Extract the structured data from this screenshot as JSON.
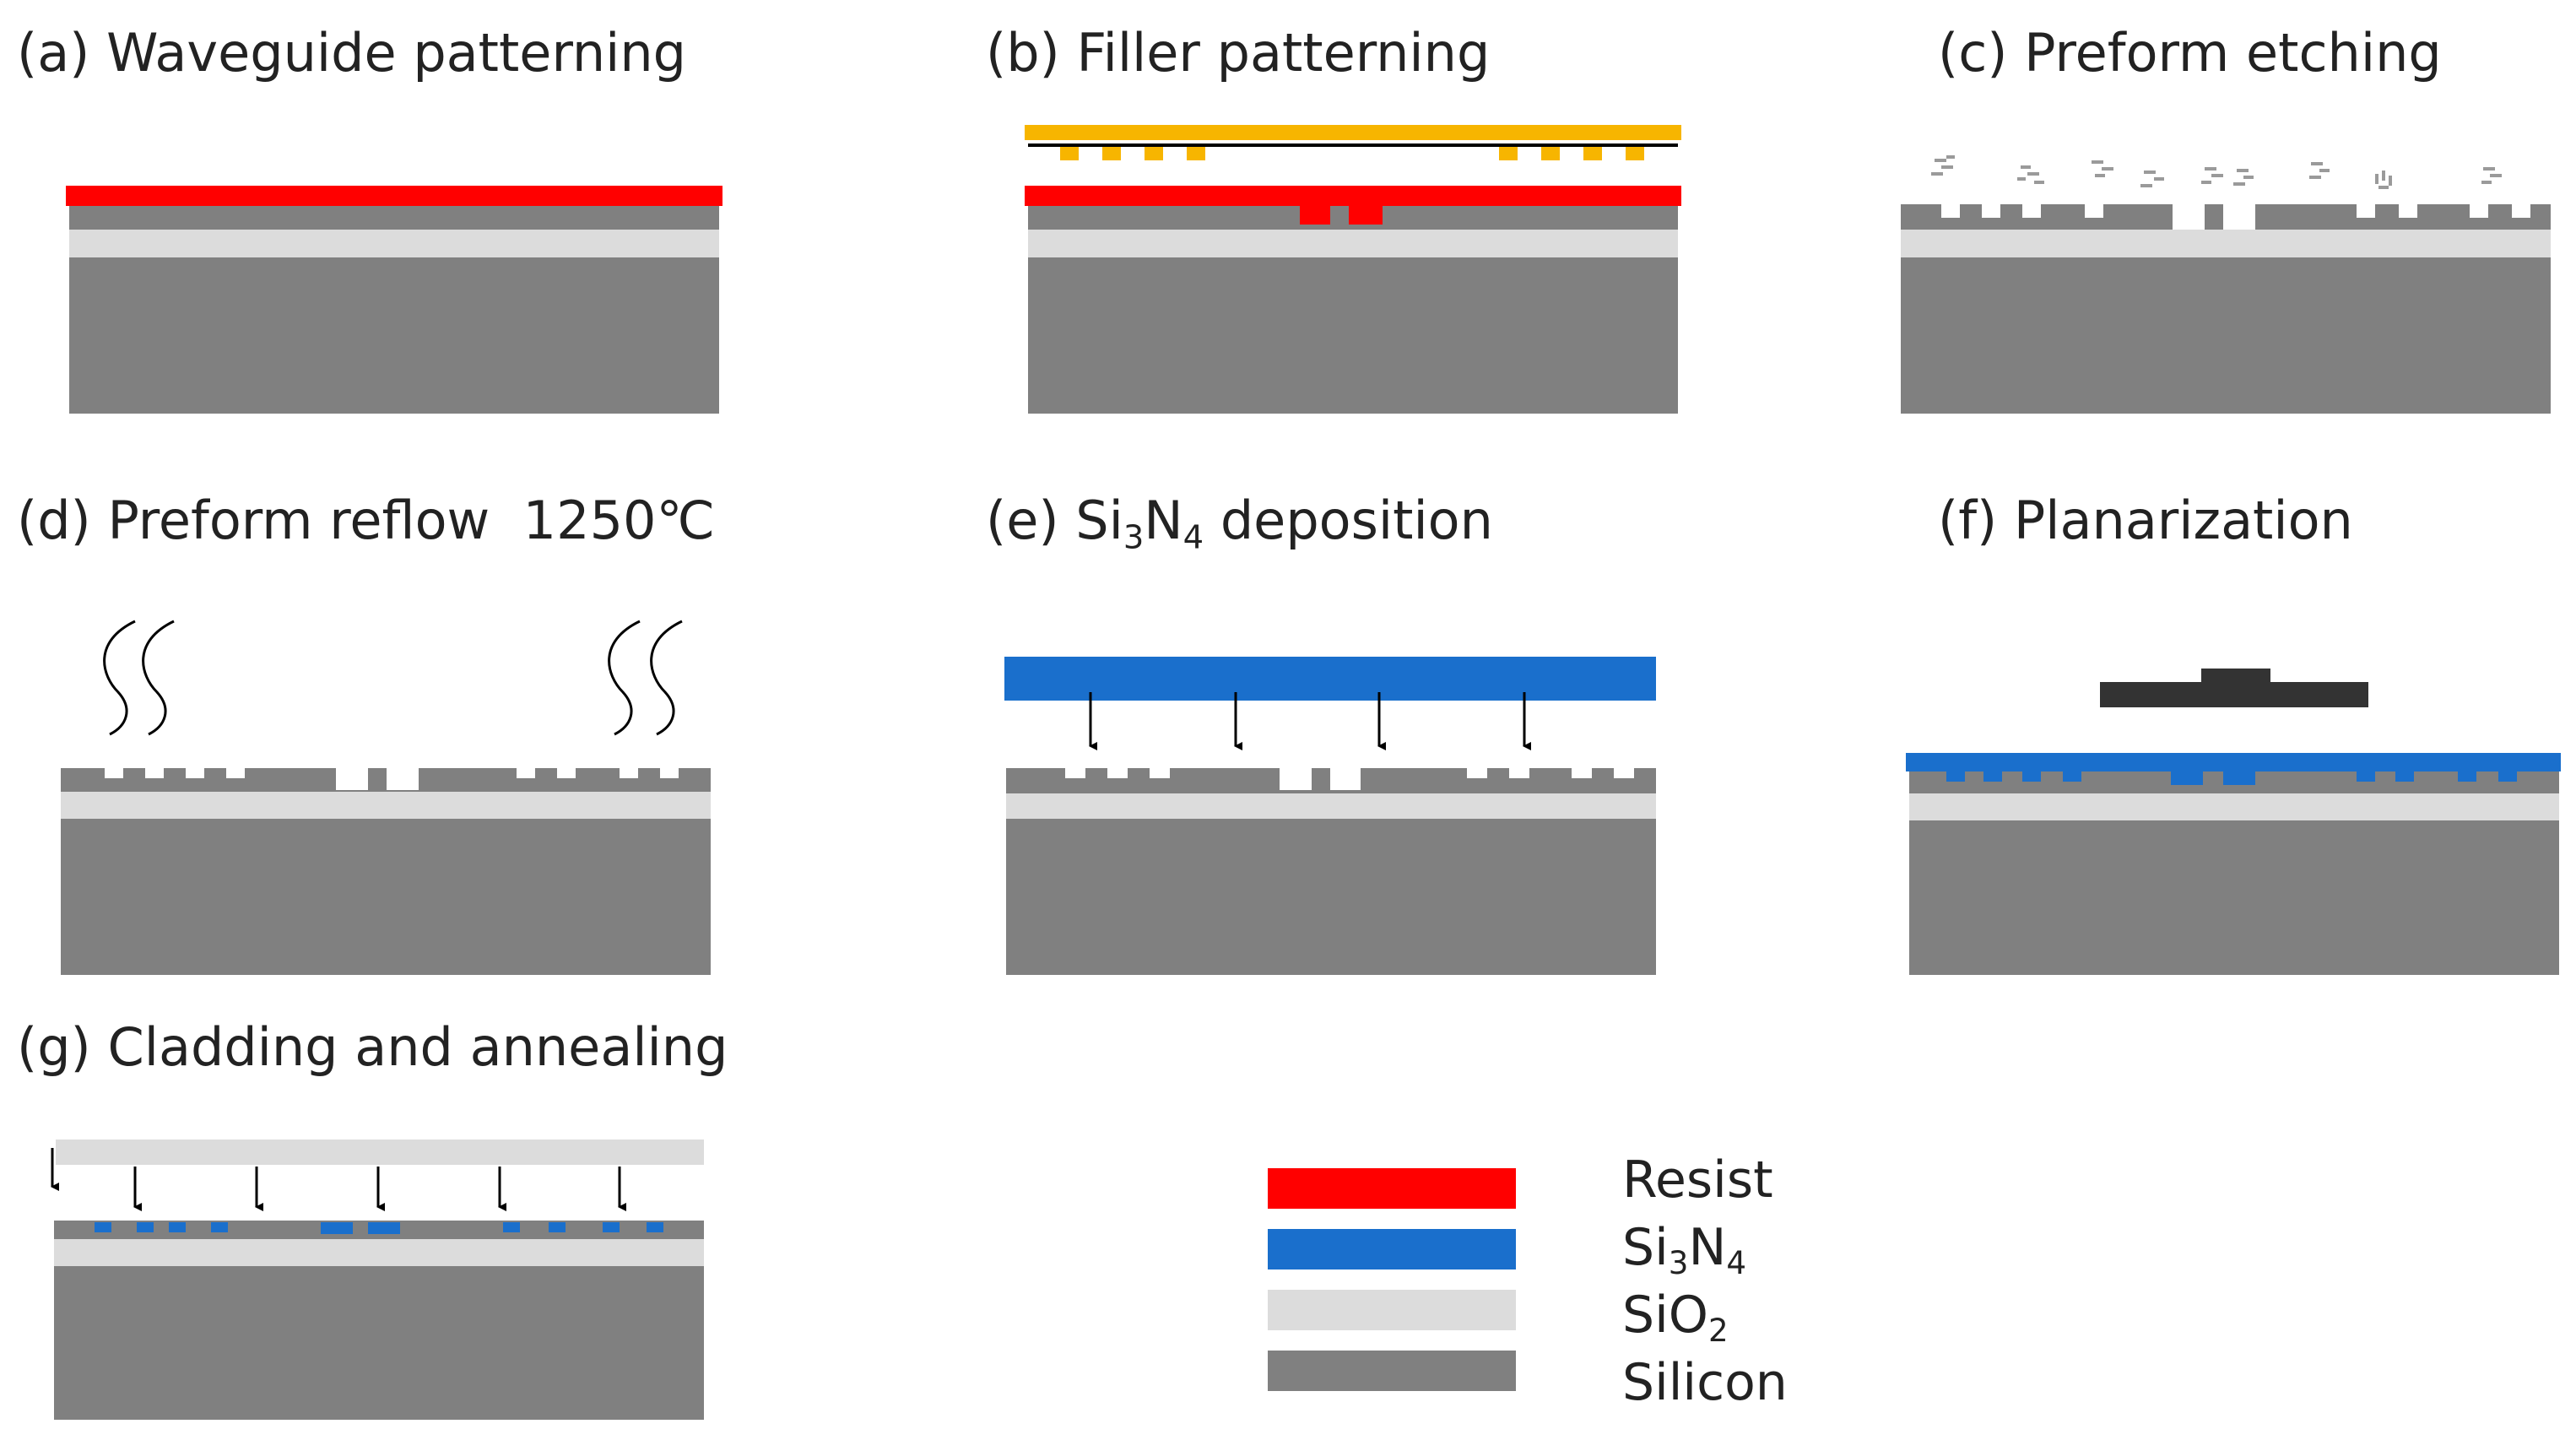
{
  "panels": {
    "a": {
      "label": "(a) Waveguide patterning"
    },
    "b": {
      "label": "(b) Filler patterning"
    },
    "c": {
      "label": "(c) Preform etching"
    },
    "d": {
      "label": "(d) Preform reflow",
      "temperature": "1250℃"
    },
    "e": {
      "prefix": "(e) Si",
      "sub1": "3",
      "mid": "N",
      "sub2": "4",
      "suffix": " deposition"
    },
    "f": {
      "label": "(f) Planarization"
    },
    "g": {
      "label": "(g) Cladding and annealing"
    }
  },
  "legend": {
    "resist": {
      "label": "Resist",
      "color": "#ff0000"
    },
    "si3n4": {
      "pre": "Si",
      "s1": "3",
      "mid": "N",
      "s2": "4",
      "color": "#1a6fcc"
    },
    "sio2": {
      "pre": "SiO",
      "s1": "2",
      "color": "#dcdcdc"
    },
    "silicon": {
      "label": "Silicon",
      "color": "#808080"
    }
  },
  "colors": {
    "resist": "#ff0000",
    "si3n4": "#1a6fcc",
    "sio2": "#dcdcdc",
    "silicon": "#808080",
    "mask": "#f7b500",
    "polish_pad": "#333333"
  }
}
